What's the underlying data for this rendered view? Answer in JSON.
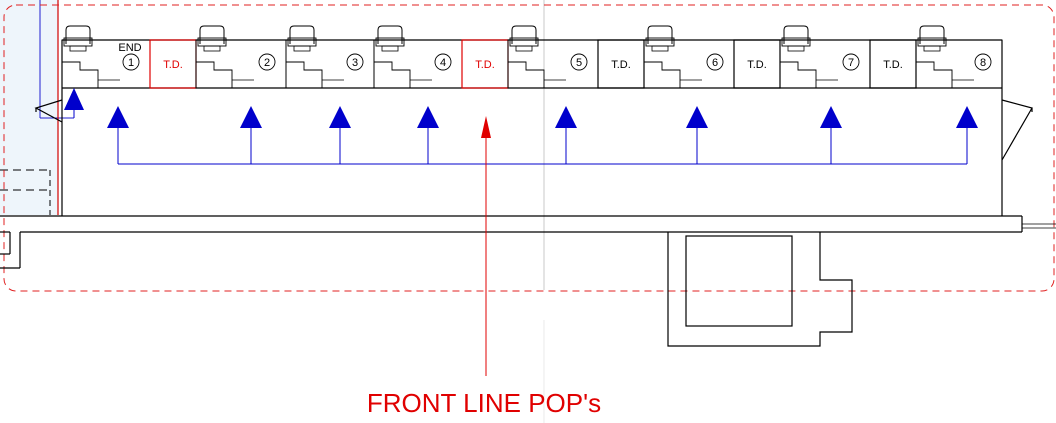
{
  "diagram": {
    "end_label": "END",
    "stations": [
      {
        "type": "num",
        "label": "1"
      },
      {
        "type": "td",
        "label": "T.D.",
        "highlight": true
      },
      {
        "type": "num",
        "label": "2"
      },
      {
        "type": "num",
        "label": "3"
      },
      {
        "type": "num",
        "label": "4"
      },
      {
        "type": "td",
        "label": "T.D.",
        "highlight": true
      },
      {
        "type": "num",
        "label": "5"
      },
      {
        "type": "td",
        "label": "T.D.",
        "highlight": false
      },
      {
        "type": "num",
        "label": "6"
      },
      {
        "type": "td",
        "label": "T.D.",
        "highlight": false
      },
      {
        "type": "num",
        "label": "7"
      },
      {
        "type": "td",
        "label": "T.D.",
        "highlight": false
      },
      {
        "type": "num",
        "label": "8"
      }
    ],
    "callout": "FRONT LINE POP's",
    "colors": {
      "line": "#000000",
      "arrow": "#0000cc",
      "highlight": "#e00000",
      "boundary": "#e02020",
      "faint": "#b8b8b8"
    }
  }
}
